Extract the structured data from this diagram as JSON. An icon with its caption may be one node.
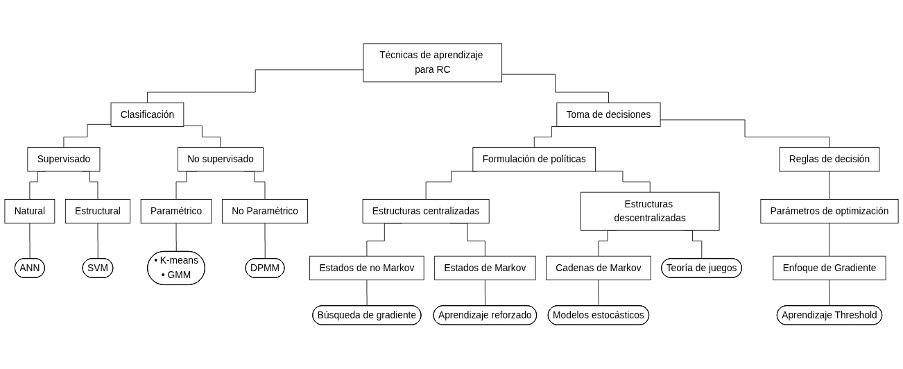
{
  "diagram": {
    "nodes": [
      {
        "text": [
          "Técnicas de aprendizaje para RC"
        ]
      },
      {
        "text": [
          "Clasificación"
        ]
      },
      {
        "text": [
          "Toma de decisiones"
        ]
      },
      {
        "text": [
          "Formulación de políticas"
        ]
      },
      {
        "text": [
          "Reglas de decisión"
        ]
      },
      {
        "text": [
          "Supervisado"
        ]
      },
      {
        "text": [
          "No supervisado"
        ]
      },
      {
        "text": [
          "Estructuras centralizadas"
        ]
      },
      {
        "text": [
          "Estructuras descentralizadas"
        ]
      },
      {
        "text": [
          "Parámetros de optimización"
        ]
      },
      {
        "text": [
          "Natural"
        ]
      },
      {
        "text": [
          "Estructural"
        ]
      },
      {
        "text": [
          "Paramétrico"
        ]
      },
      {
        "text": [
          "No Paramétrico"
        ]
      },
      {
        "text": [
          "Estados de no Markov"
        ]
      },
      {
        "text": [
          "Estados de Markov"
        ]
      },
      {
        "text": [
          "Cadenas de Markov"
        ]
      },
      {
        "text": [
          "Enfoque de Gradiente"
        ]
      },
      {
        "text": [
          "ANN"
        ]
      },
      {
        "text": [
          "SVM"
        ]
      },
      {
        "text": [
          "• K-means",
          "• GMM"
        ]
      },
      {
        "text": [
          "DPMM"
        ]
      },
      {
        "text": [
          "Búsqueda de gradiente"
        ]
      },
      {
        "text": [
          "Aprendizaje reforzado"
        ]
      },
      {
        "text": [
          "Modelos estocásticos"
        ]
      },
      {
        "text": [
          "Teoría de juegos"
        ]
      },
      {
        "text": [
          "Aprendizaje Threshold"
        ]
      }
    ],
    "edges": [
      {
        "from": 0,
        "to": 1,
        "arrow": "none"
      },
      {
        "from": 0,
        "to": 2,
        "arrow": "none"
      },
      {
        "from": 1,
        "to": 5,
        "arrow": "none"
      },
      {
        "from": 1,
        "to": 6,
        "arrow": "none"
      },
      {
        "from": 2,
        "to": 3,
        "arrow": "none"
      },
      {
        "from": 2,
        "to": 4,
        "arrow": "none"
      },
      {
        "from": 3,
        "to": 7,
        "arrow": "none"
      },
      {
        "from": 3,
        "to": 8,
        "arrow": "none"
      },
      {
        "from": 4,
        "to": 9,
        "arrow": "none"
      },
      {
        "from": 5,
        "to": 10,
        "arrow": "none"
      },
      {
        "from": 5,
        "to": 11,
        "arrow": "none"
      },
      {
        "from": 6,
        "to": 12,
        "arrow": "none"
      },
      {
        "from": 6,
        "to": 13,
        "arrow": "none"
      },
      {
        "from": 7,
        "to": 14,
        "arrow": "none"
      },
      {
        "from": 7,
        "to": 15,
        "arrow": "none"
      },
      {
        "from": 8,
        "to": 16,
        "arrow": "none"
      },
      {
        "from": 8,
        "to": 25,
        "arrow": "none"
      },
      {
        "from": 9,
        "to": 17,
        "arrow": "none"
      },
      {
        "from": 10,
        "to": 18,
        "arrow": "none"
      },
      {
        "from": 11,
        "to": 19,
        "arrow": "none"
      },
      {
        "from": 12,
        "to": 20,
        "arrow": "none"
      },
      {
        "from": 13,
        "to": 21,
        "arrow": "none"
      },
      {
        "from": 14,
        "to": 22,
        "arrow": "none"
      },
      {
        "from": 15,
        "to": 23,
        "arrow": "none"
      },
      {
        "from": 16,
        "to": 24,
        "arrow": "none"
      },
      {
        "from": 17,
        "to": 26,
        "arrow": "none"
      }
    ]
  }
}
